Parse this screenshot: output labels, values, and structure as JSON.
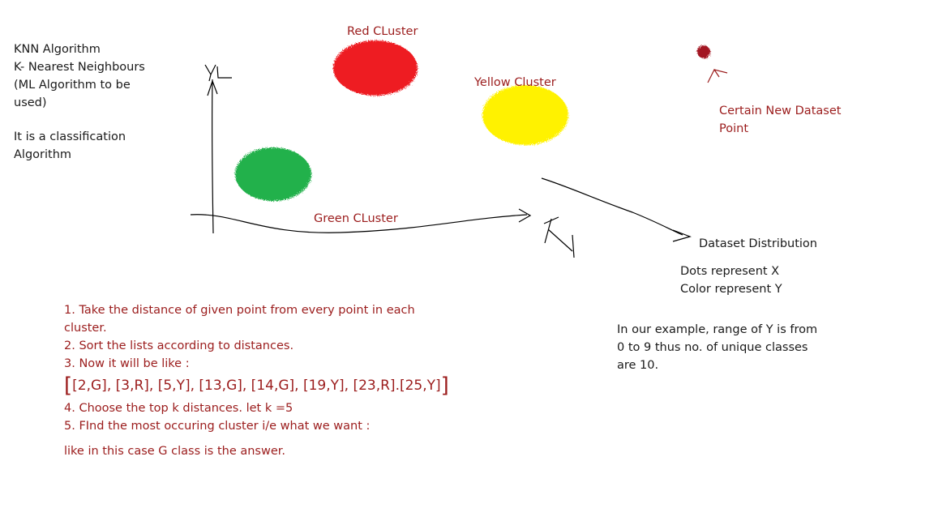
{
  "intro": {
    "line1": "KNN Algorithm",
    "line2": "K- Nearest Neighbours",
    "line3": "(ML Algorithm to be",
    "line4": "used)",
    "line5": "It is a classification",
    "line6": "Algorithm"
  },
  "clusters": {
    "red_label": "Red CLuster",
    "yellow_label": "Yellow Cluster",
    "green_label": "Green CLuster",
    "red_color": "#ee1c24",
    "yellow_color": "#fff200",
    "green_color": "#22b14c",
    "new_point_color": "#a31521"
  },
  "axes": {
    "y_label": "Y",
    "x_label": "X"
  },
  "new_point": {
    "line1": "Certain New Dataset",
    "line2": "Point"
  },
  "distribution": {
    "title": "Dataset Distribution",
    "line1": "Dots represent X",
    "line2": "Color represent Y"
  },
  "example": {
    "line1": "In our example, range of Y is from",
    "line2": "0 to 9 thus no. of unique classes",
    "line3": "are 10."
  },
  "steps": {
    "step1a": "1.  Take the distance of given point from every point in each",
    "step1b": "cluster.",
    "step2": "2. Sort  the lists according to distances.",
    "step3": "3. Now it will be like :",
    "list_open": "[",
    "list_body": "[2,G], [3,R], [5,Y], [13,G], [14,G], [19,Y], [23,R].[25,Y]",
    "list_close": "]",
    "step4": "4. Choose the top k distances. let k =5",
    "step5": "5. FInd the most occuring cluster i/e what we want :",
    "conclusion": "like in this case  G class is the answer."
  }
}
